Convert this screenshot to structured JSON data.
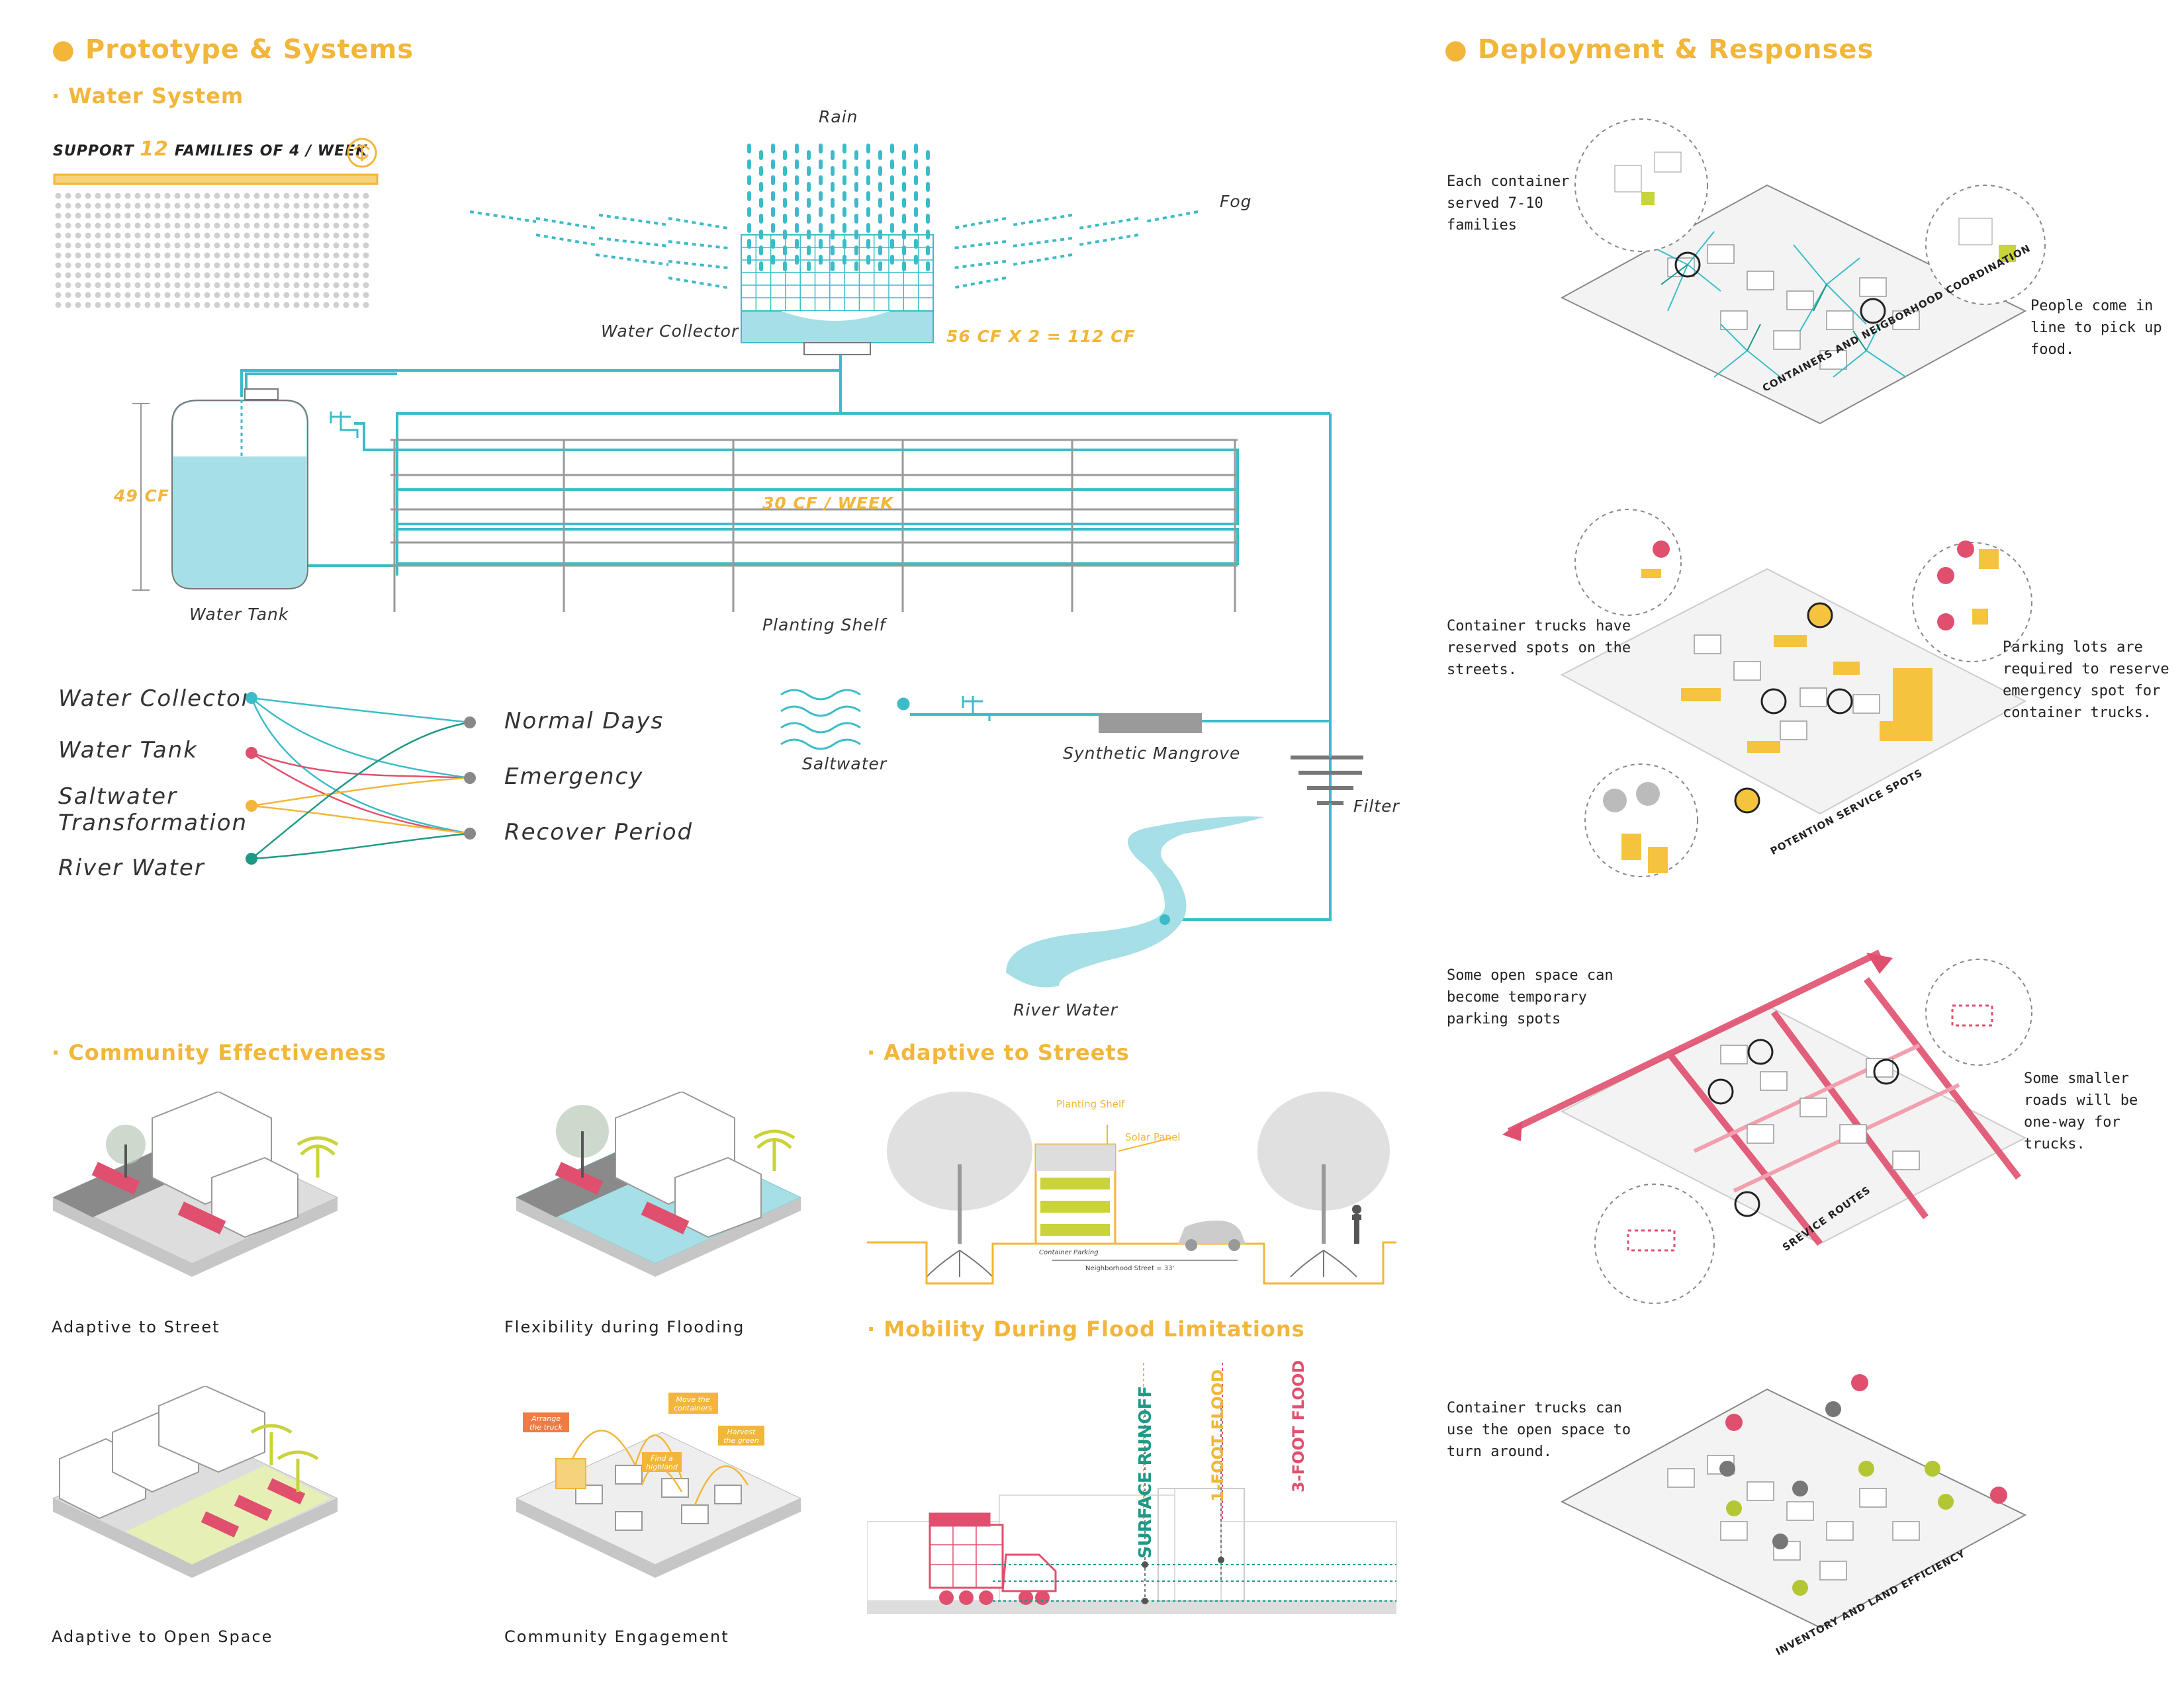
{
  "headers": {
    "left": "● Prototype & Systems",
    "right": "● Deployment & Responses"
  },
  "water_system": {
    "title": "· Water System",
    "support_prefix": "SUPPORT",
    "support_count": "12",
    "support_suffix": "FAMILIES OF 4 / WEEK",
    "rain": "Rain",
    "fog": "Fog",
    "water_collector": "Water Collector",
    "collector_volume": "56 CF X 2 = 112 CF",
    "tank_volume": "49 CF",
    "water_tank": "Water Tank",
    "shelf_rate": "30 CF / WEEK",
    "planting_shelf": "Planting Shelf",
    "saltwater": "Saltwater",
    "synthetic_mangrove": "Synthetic Mangrove",
    "filter": "Filter",
    "river_water": "River Water"
  },
  "sources_matrix": {
    "sources": [
      {
        "label": "Water Collector",
        "color": "#3bbcc8"
      },
      {
        "label": "Water Tank",
        "color": "#e0506e"
      },
      {
        "label": "Saltwater\nTransformation",
        "color": "#f2b63a"
      },
      {
        "label": "River Water",
        "color": "#1c9a86"
      }
    ],
    "conditions": [
      "Normal Days",
      "Emergency",
      "Recover Period"
    ]
  },
  "community": {
    "title": "· Community Effectiveness",
    "items": [
      "Adaptive to Street",
      "Flexibility during Flooding",
      "Adaptive to Open Space",
      "Community Engagement"
    ],
    "engagement_tags": [
      "Arrange the truck",
      "Move the containers",
      "Find a highland",
      "Harvest the green"
    ]
  },
  "streets": {
    "title": "· Adaptive to Streets",
    "planting_shelf": "Planting Shelf",
    "solar_panel": "Solar Panel",
    "container_parking": "Container Parking",
    "street_note": "Neighborhood Street = 33'"
  },
  "flood": {
    "title": "· Mobility During Flood Limitations",
    "surface_runoff": "SURFACE RUNOFF",
    "one_foot": "1-FOOT FLOOD",
    "three_foot": "3-FOOT FLOOD"
  },
  "deployment": [
    {
      "note_a": "Each container\nserved 7-10\nfamilies",
      "note_b": "People come in\nline to pick up\nfood.",
      "caption": "CONTAINERS AND NEIGBORHOOD COORDINATION"
    },
    {
      "note_a": "Container trucks have\nreserved spots on the\nstreets.",
      "note_b": "Parking lots are\nrequired to reserve\nemergency spot for\ncontainer trucks.",
      "caption": "POTENTION SERVICE SPOTS"
    },
    {
      "note_a": "Some open space can\nbecome temporary\nparking spots",
      "note_b": "Some smaller\nroads will be\none-way for\ntrucks.",
      "caption": "SREVICE ROUTES"
    },
    {
      "note_a": "Container trucks can\nuse the open space to\nturn around.",
      "caption": "INVENTORY AND LAND EFFICIENCY"
    }
  ],
  "colors": {
    "accent_yellow": "#f2b63a",
    "water_blue": "#3bbcc8",
    "pink": "#e0506e",
    "teal": "#1c9a86",
    "line_gray": "#9a9a9a"
  }
}
